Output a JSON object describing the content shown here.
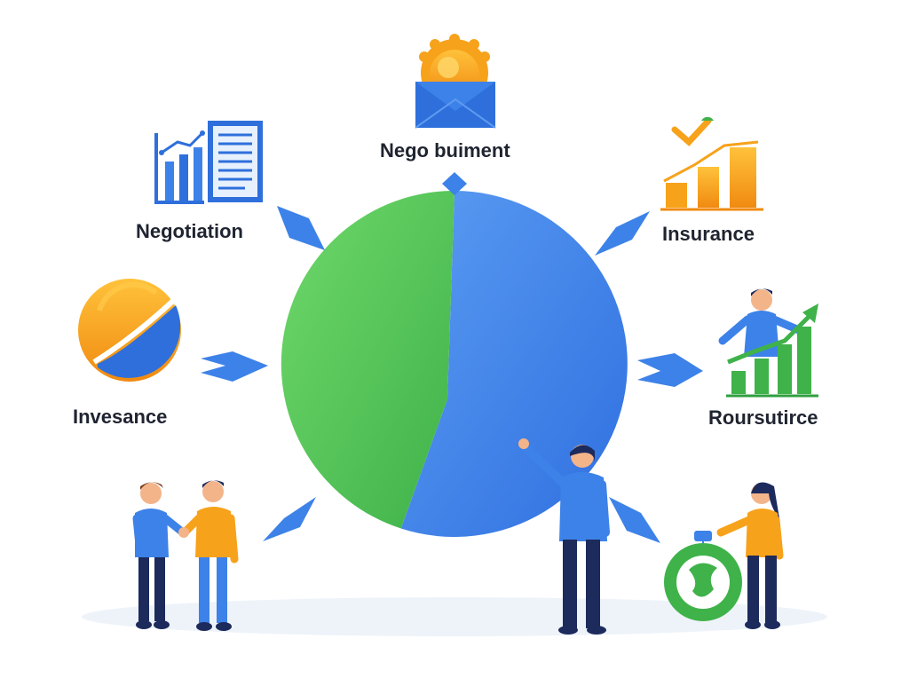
{
  "diagram": {
    "center": "pie-chart",
    "nodes": [
      {
        "id": "top",
        "label": "Nego buiment",
        "icon": "envelope-coin-icon"
      },
      {
        "id": "top-left",
        "label": "Negotiation",
        "icon": "bar-chart-document-icon"
      },
      {
        "id": "top-right",
        "label": "Insurance",
        "icon": "rising-bars-checkmark-icon"
      },
      {
        "id": "mid-left",
        "label": "Invesance",
        "icon": "split-circle-icon"
      },
      {
        "id": "mid-right",
        "label": "Roursutirce",
        "icon": "person-growth-chart-icon"
      },
      {
        "id": "bottom-left",
        "label": "",
        "icon": "handshake-people-icon"
      },
      {
        "id": "bottom-right",
        "label": "",
        "icon": "person-globe-icon"
      }
    ],
    "colors": {
      "green": "#58C95A",
      "blue": "#3D82E8",
      "orange": "#F7A21B",
      "navy": "#1C2A5C",
      "text": "#1f2430"
    }
  },
  "chart_data": {
    "type": "pie",
    "slices": [
      {
        "color": "green",
        "value": 45
      },
      {
        "color": "blue",
        "value": 55
      }
    ]
  }
}
